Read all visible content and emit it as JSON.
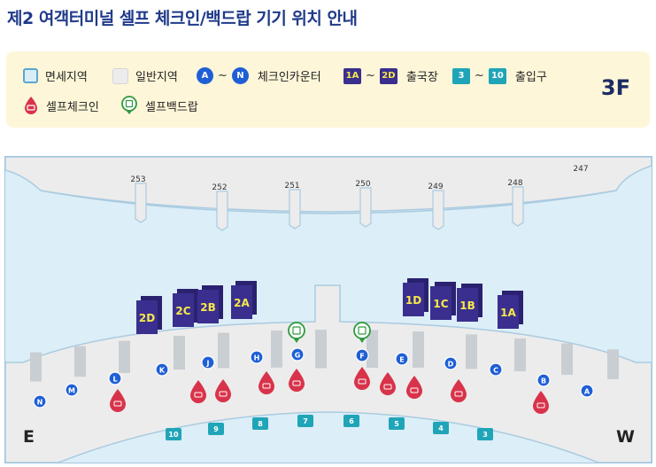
{
  "title": "제2 여객터미널 셀프 체크인/백드랍 기기 위치 안내",
  "legend": {
    "duty_free": "면세지역",
    "general": "일반지역",
    "checkin_from": "A",
    "checkin_to": "N",
    "checkin_label": "체크인카운터",
    "tilde": "~",
    "departure_from": "1A",
    "departure_to": "2D",
    "departure_label": "출국장",
    "exit_from": "3",
    "exit_to": "10",
    "exit_label": "출입구",
    "self_checkin": "셀프체크인",
    "self_bagdrop": "셀프백드랍",
    "floor": "3F"
  },
  "map": {
    "gates": [
      "253",
      "252",
      "251",
      "250",
      "249",
      "248",
      "247"
    ],
    "departures": [
      "2D",
      "2C",
      "2B",
      "2A",
      "1D",
      "1C",
      "1B",
      "1A"
    ],
    "checkin_counters": [
      "N",
      "M",
      "L",
      "K",
      "J",
      "H",
      "G",
      "F",
      "E",
      "D",
      "C",
      "B",
      "A"
    ],
    "exits": [
      "10",
      "9",
      "8",
      "7",
      "6",
      "5",
      "4",
      "3"
    ],
    "direction_east": "E",
    "direction_west": "W",
    "colors": {
      "checkin_counter": "#1f5fd6",
      "departure": "#3a2f8e",
      "departure_text": "#f6e84a",
      "exit": "#20a5b8",
      "self_checkin_pin": "#d8334a",
      "self_bagdrop_pin": "#2e9a3f",
      "duty_free_area": "#dceef7",
      "general_area": "#ececec"
    }
  }
}
